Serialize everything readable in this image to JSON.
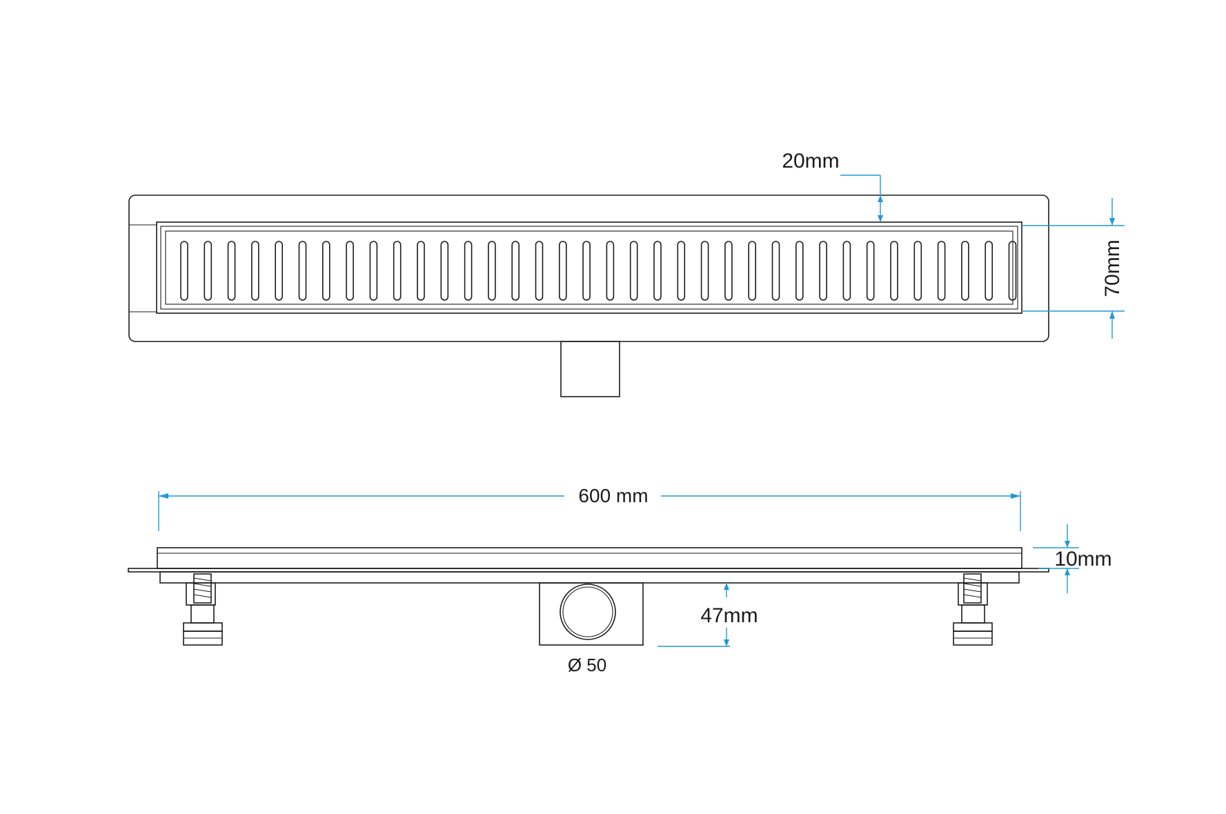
{
  "top_view": {
    "grille_width_label": "70mm",
    "frame_gap_label": "20mm"
  },
  "side_view": {
    "length_label": "600 mm",
    "flange_label": "10mm",
    "outlet_height_label": "47mm",
    "outlet_diameter_label": "Ø 50"
  },
  "colors": {
    "line": "#1a1a1a",
    "dimension": "#1d9ad6"
  }
}
